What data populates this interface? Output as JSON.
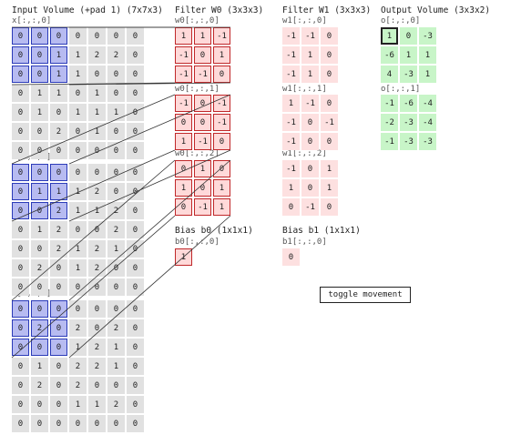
{
  "titles": {
    "input": "Input Volume (+pad 1) (7x7x3)",
    "filter0": "Filter W0 (3x3x3)",
    "filter1": "Filter W1 (3x3x3)",
    "output": "Output Volume (3x3x2)",
    "bias0": "Bias b0 (1x1x1)",
    "bias1": "Bias b1 (1x1x1)"
  },
  "labels": {
    "x0": "x[:,:,0]",
    "x1": "x[:,:,1]",
    "x2": "x[:,:,2]",
    "w00": "w0[:,:,0]",
    "w01": "w0[:,:,1]",
    "w02": "w0[:,:,2]",
    "w10": "w1[:,:,0]",
    "w11": "w1[:,:,1]",
    "w12": "w1[:,:,2]",
    "o0": "o[:,:,0]",
    "o1": "o[:,:,1]",
    "b0": "b0[:,:,0]",
    "b1": "b1[:,:,0]"
  },
  "input": [
    [
      [
        0,
        0,
        0,
        0,
        0,
        0,
        0
      ],
      [
        0,
        0,
        1,
        1,
        2,
        2,
        0
      ],
      [
        0,
        0,
        1,
        1,
        0,
        0,
        0
      ],
      [
        0,
        1,
        1,
        0,
        1,
        0,
        0
      ],
      [
        0,
        1,
        0,
        1,
        1,
        1,
        0
      ],
      [
        0,
        0,
        2,
        0,
        1,
        0,
        0
      ],
      [
        0,
        0,
        0,
        0,
        0,
        0,
        0
      ]
    ],
    [
      [
        0,
        0,
        0,
        0,
        0,
        0,
        0
      ],
      [
        0,
        1,
        1,
        1,
        2,
        0,
        0
      ],
      [
        0,
        0,
        2,
        1,
        1,
        2,
        0
      ],
      [
        0,
        1,
        2,
        0,
        0,
        2,
        0
      ],
      [
        0,
        0,
        2,
        1,
        2,
        1,
        0
      ],
      [
        0,
        2,
        0,
        1,
        2,
        0,
        0
      ],
      [
        0,
        0,
        0,
        0,
        0,
        0,
        0
      ]
    ],
    [
      [
        0,
        0,
        0,
        0,
        0,
        0,
        0
      ],
      [
        0,
        2,
        0,
        2,
        0,
        2,
        0
      ],
      [
        0,
        0,
        0,
        1,
        2,
        1,
        0
      ],
      [
        0,
        1,
        0,
        2,
        2,
        1,
        0
      ],
      [
        0,
        2,
        0,
        2,
        0,
        0,
        0
      ],
      [
        0,
        0,
        0,
        1,
        1,
        2,
        0
      ],
      [
        0,
        0,
        0,
        0,
        0,
        0,
        0
      ]
    ]
  ],
  "w0": [
    [
      [
        1,
        1,
        -1
      ],
      [
        -1,
        0,
        1
      ],
      [
        -1,
        -1,
        0
      ]
    ],
    [
      [
        -1,
        0,
        -1
      ],
      [
        0,
        0,
        -1
      ],
      [
        1,
        -1,
        0
      ]
    ],
    [
      [
        0,
        1,
        0
      ],
      [
        1,
        0,
        1
      ],
      [
        0,
        -1,
        1
      ]
    ]
  ],
  "w1": [
    [
      [
        -1,
        -1,
        0
      ],
      [
        -1,
        1,
        0
      ],
      [
        -1,
        1,
        0
      ]
    ],
    [
      [
        1,
        -1,
        0
      ],
      [
        -1,
        0,
        -1
      ],
      [
        -1,
        0,
        0
      ]
    ],
    [
      [
        -1,
        0,
        1
      ],
      [
        1,
        0,
        1
      ],
      [
        0,
        -1,
        0
      ]
    ]
  ],
  "b0": 1,
  "b1": 0,
  "output": [
    [
      [
        1,
        0,
        -3
      ],
      [
        -6,
        1,
        1
      ],
      [
        4,
        -3,
        1
      ]
    ],
    [
      [
        -1,
        -6,
        -4
      ],
      [
        -2,
        -3,
        -4
      ],
      [
        -1,
        -3,
        -3
      ]
    ]
  ],
  "toggle_label": "toggle movement",
  "colors": {
    "accent_blue": "#2b3bb8",
    "accent_red": "#c0282a",
    "output_green": "#c8f5c8"
  }
}
